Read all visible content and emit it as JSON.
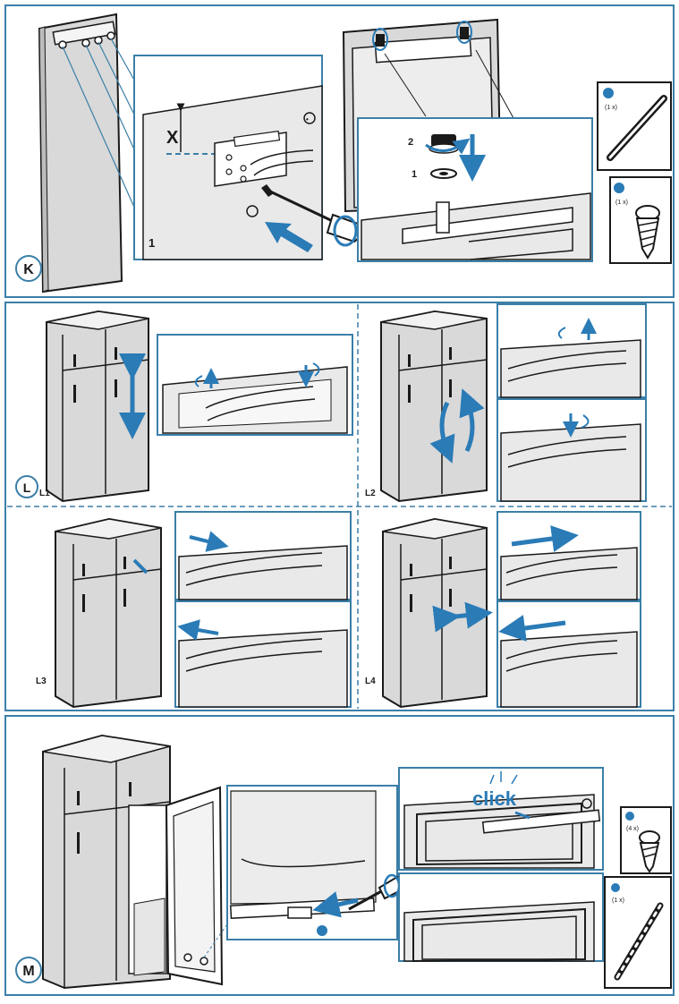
{
  "sections": {
    "k": {
      "badge": "K",
      "labels": {
        "x": "X",
        "step1": "1",
        "step2": "2",
        "sub1": "1",
        "sub2": "2",
        "screw_tag": "(1 x)",
        "bracket_tag": "(1 x)"
      }
    },
    "l": {
      "badge": "L",
      "panels": [
        "L1",
        "L2",
        "L3",
        "L4"
      ]
    },
    "m": {
      "badge": "M",
      "click_text": "click",
      "screw_tag": "(4 x)",
      "strip_tag": "(1 x)"
    }
  },
  "colors": {
    "accent": "#2a7bb6",
    "frame": "#3b7fa8",
    "line": "#1a1a1a",
    "panel_fill": "#e9e9e9",
    "door_fill": "#d9d9d9"
  },
  "icons": [
    "screwdriver-icon",
    "screw-icon",
    "bracket-icon",
    "arrow-icon",
    "rotate-arrows-icon",
    "click-burst-icon"
  ]
}
